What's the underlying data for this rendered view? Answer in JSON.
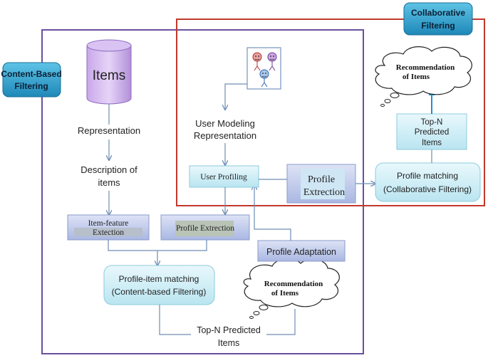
{
  "labels": {
    "content_based_line1": "Content-Based",
    "content_based_line2": "Filtering",
    "collaborative_line1": "Collaborative",
    "collaborative_line2": "Filtering"
  },
  "nodes": {
    "items": "Items",
    "representation": "Representation",
    "description_line1": "Description of",
    "description_line2": "items",
    "item_feature_line1": "Item-feature",
    "item_feature_line2": "Extection",
    "profile_extraction_left": "Profile Extrection",
    "profile_item_matching_line1": "Profile-item matching",
    "profile_item_matching_line2": "(Content-based Filtering)",
    "recommendation_bottom_line1": "Recommendation",
    "recommendation_bottom_line2": "of Items",
    "top_n_bottom_line1": "Top-N Predicted",
    "top_n_bottom_line2": "Items",
    "profile_adaptation": "Profile Adaptation",
    "user_modeling_line1": "User Modeling",
    "user_modeling_line2": "Representation",
    "user_profiling": "User Profiling",
    "profile_extraction_right_line1": "Profile",
    "profile_extraction_right_line2": "Extrection",
    "profile_matching_collab_line1": "Profile matching",
    "profile_matching_collab_line2": "(Collaborative Filtering)",
    "top_n_right_line1": "Top-N",
    "top_n_right_line2": "Predicted",
    "top_n_right_line3": "Items",
    "recommendation_top_line1": "Recommendation",
    "recommendation_top_line2": "of Items"
  },
  "colors": {
    "content_frame": "#6a4f9e",
    "collab_frame": "#c0392b",
    "badge": "#2e9ec9",
    "arrow": "#6f8db3"
  },
  "icons": {
    "users": "users-group-icon"
  }
}
